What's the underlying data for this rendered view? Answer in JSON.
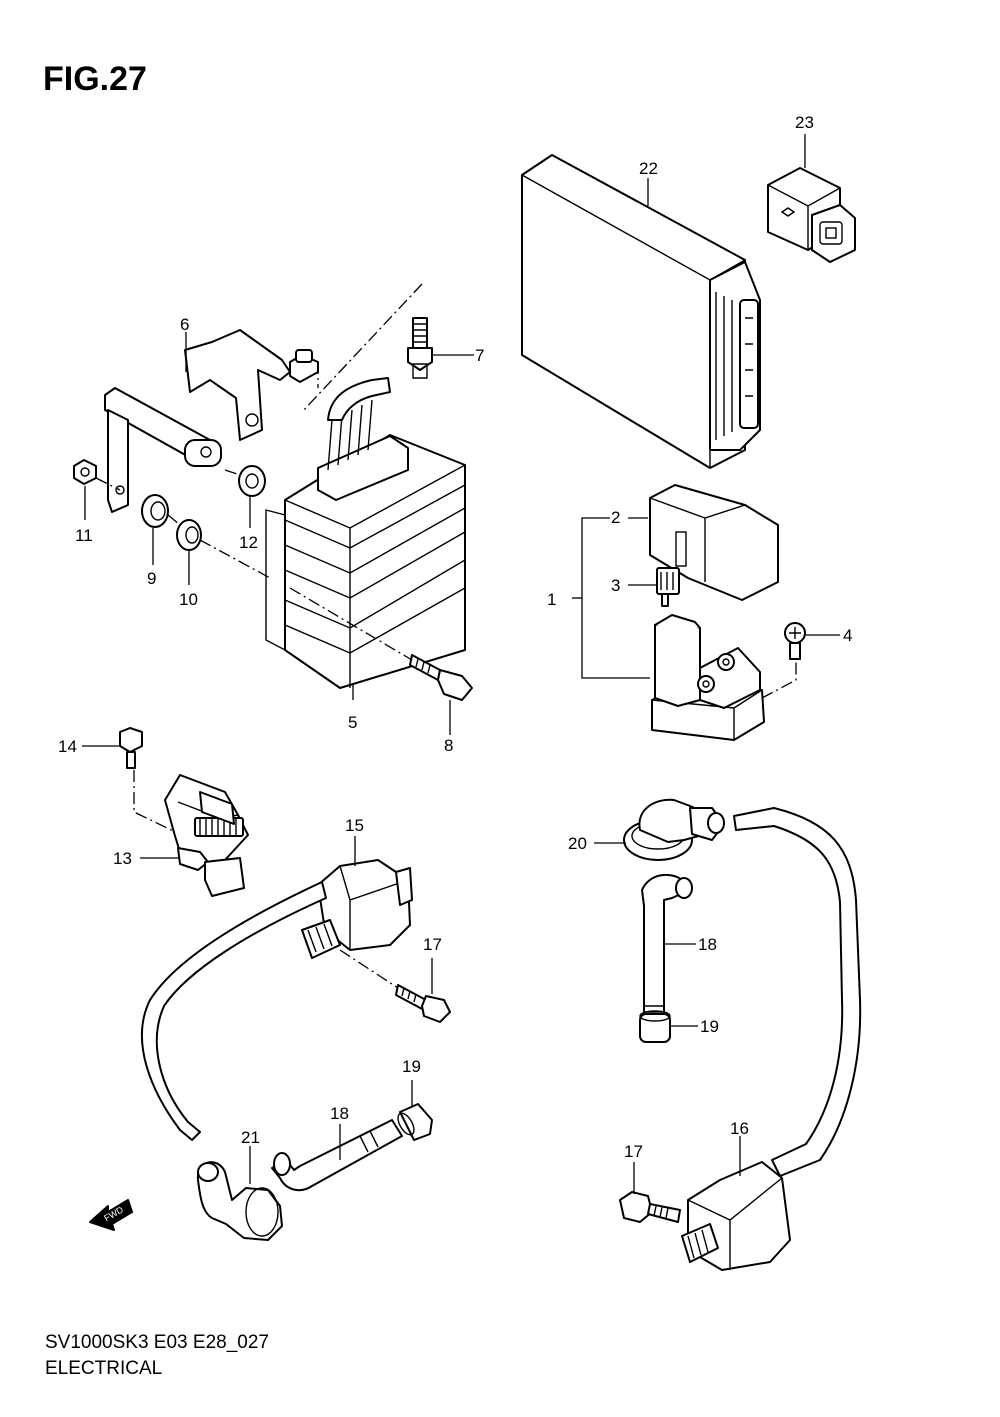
{
  "figure": {
    "title": "FIG.27"
  },
  "footer": {
    "model_code": "SV1000SK3 E03 E28_027",
    "section_name": "ELECTRICAL"
  },
  "fwd_arrow": {
    "text": "FWD"
  },
  "callouts": [
    "1",
    "2",
    "3",
    "4",
    "5",
    "6",
    "7",
    "8",
    "9",
    "10",
    "11",
    "12",
    "13",
    "14",
    "15",
    "16",
    "17",
    "17",
    "18",
    "18",
    "19",
    "19",
    "20",
    "21",
    "22",
    "23"
  ]
}
